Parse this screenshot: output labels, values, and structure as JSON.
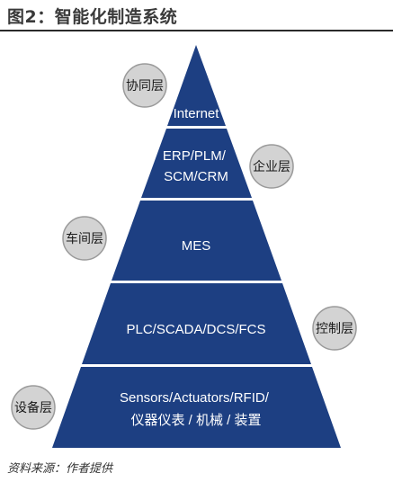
{
  "title": "图2：智能化制造系统",
  "tiers": [
    {
      "id": "internet",
      "lines": [
        "Internet"
      ]
    },
    {
      "id": "erp",
      "lines": [
        "ERP/PLM/",
        "SCM/CRM"
      ]
    },
    {
      "id": "mes",
      "lines": [
        "MES"
      ]
    },
    {
      "id": "plc",
      "lines": [
        "PLC/SCADA/DCS/FCS"
      ]
    },
    {
      "id": "sensors",
      "lines": [
        "Sensors/Actuators/RFID/",
        "仪器仪表 / 机械 / 装置"
      ]
    }
  ],
  "layers": [
    {
      "id": "collab",
      "label": "协同层"
    },
    {
      "id": "enterprise",
      "label": "企业层"
    },
    {
      "id": "workshop",
      "label": "车间层"
    },
    {
      "id": "control",
      "label": "控制层"
    },
    {
      "id": "device",
      "label": "设备层"
    }
  ],
  "colors": {
    "tier_fill": "#1d3f82",
    "gap": "#ffffff",
    "bubble_fill": "#d3d3d3",
    "bubble_stroke": "#9a9a9a"
  },
  "source": "资料来源：作者提供"
}
